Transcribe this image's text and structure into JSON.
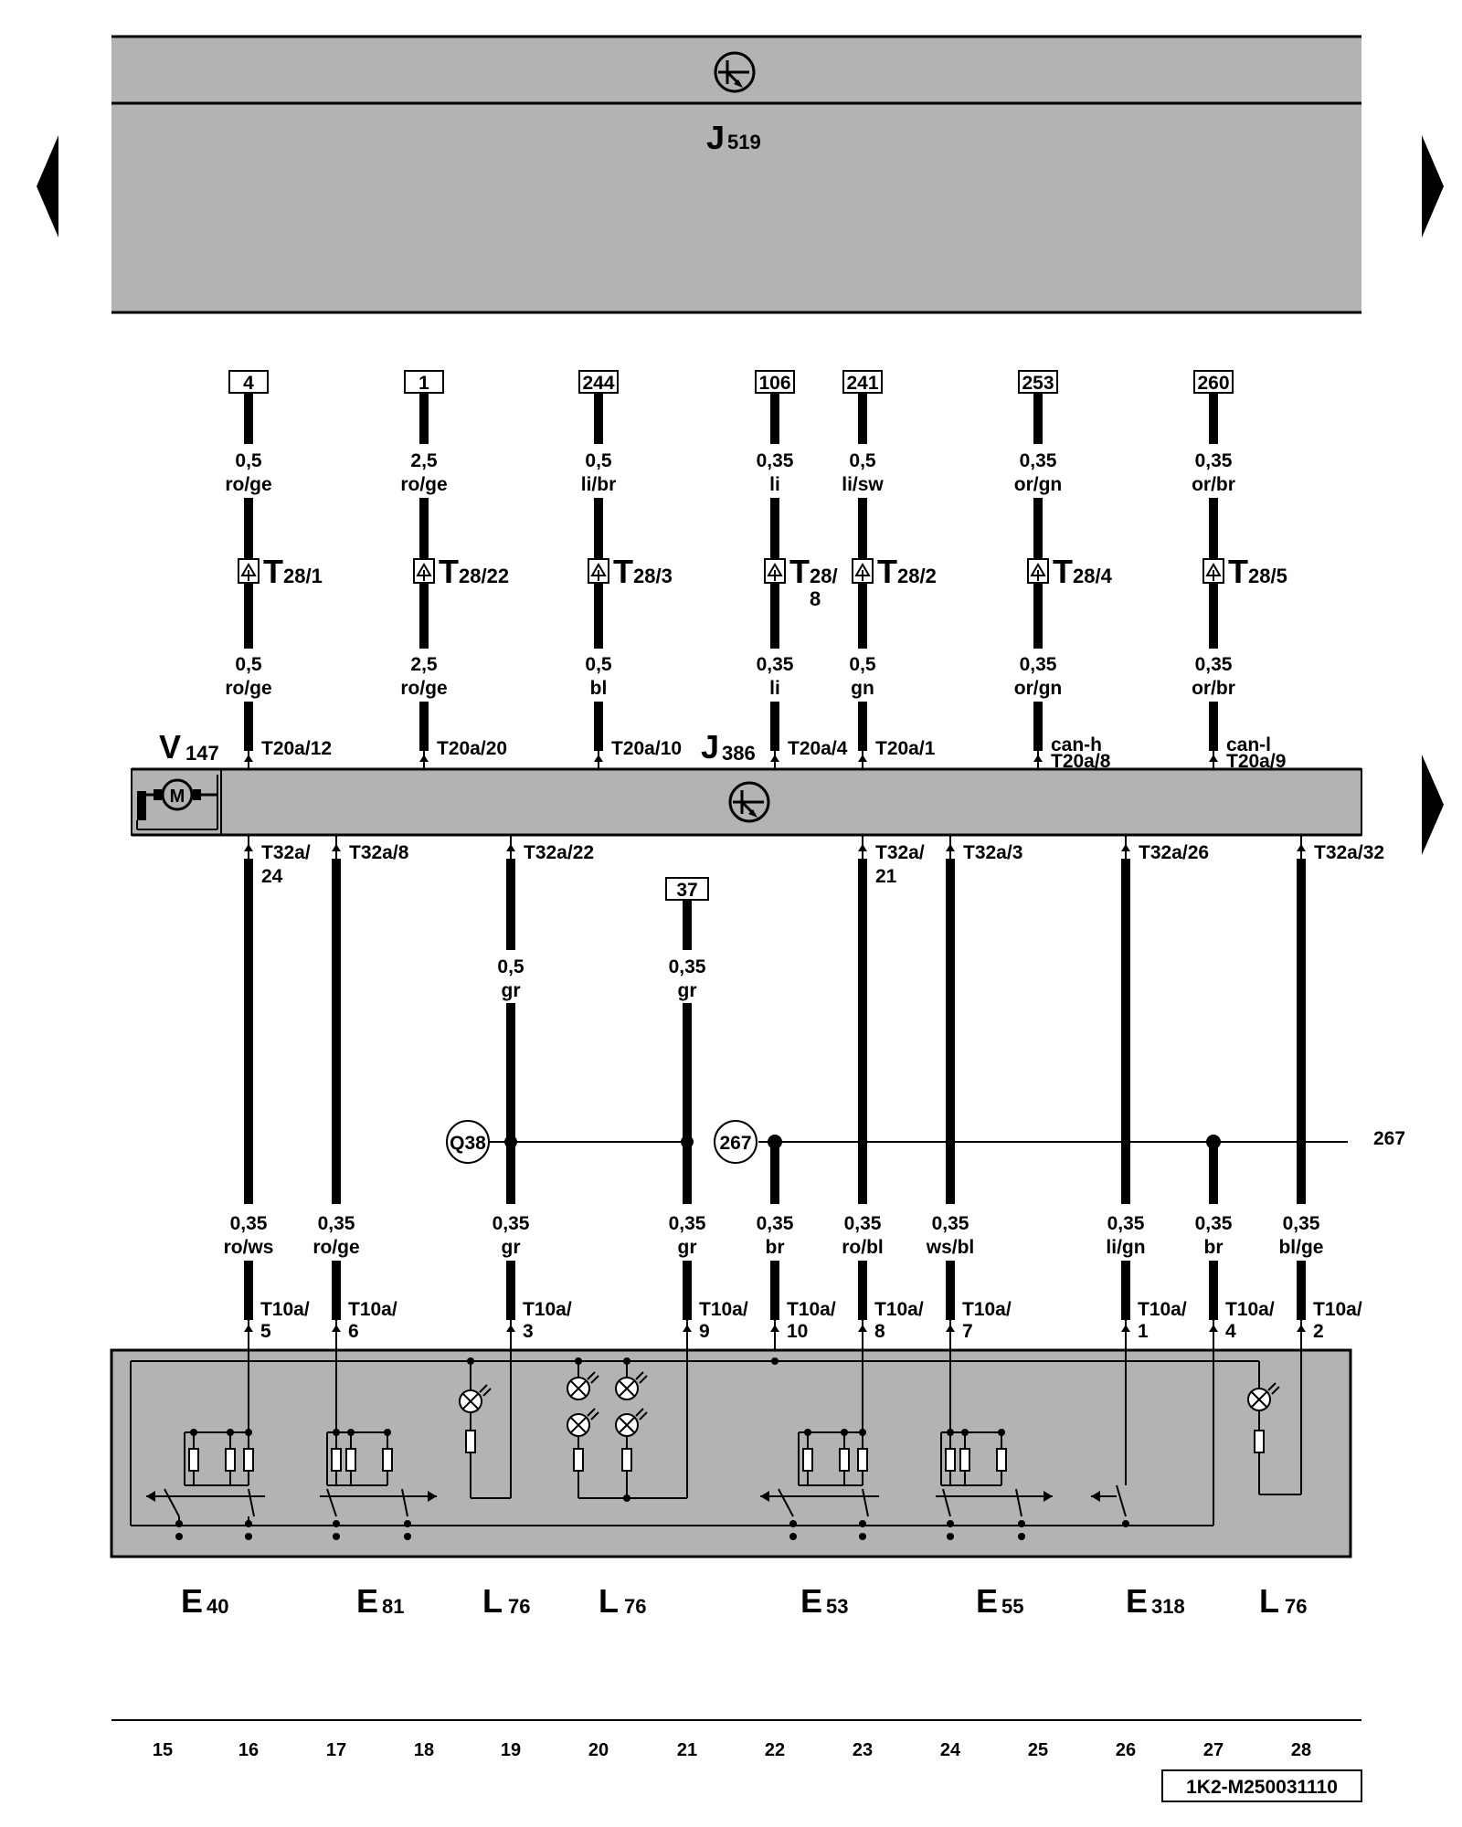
{
  "top_module": {
    "name": "J",
    "sub": "519"
  },
  "mid_module": {
    "name": "J",
    "sub": "386"
  },
  "motor": {
    "name": "V",
    "sub": "147"
  },
  "wires_top": [
    {
      "ref": "4",
      "size_a": "0,5",
      "color_a": "ro/ge",
      "conn": "T",
      "conn_sub": "28/1",
      "conn_sub2": "",
      "size_b": "0,5",
      "color_b": "ro/ge",
      "pin_pre": "",
      "pin": "T20a/12"
    },
    {
      "ref": "1",
      "size_a": "2,5",
      "color_a": "ro/ge",
      "conn": "T",
      "conn_sub": "28/22",
      "conn_sub2": "",
      "size_b": "2,5",
      "color_b": "ro/ge",
      "pin_pre": "",
      "pin": "T20a/20"
    },
    {
      "ref": "244",
      "size_a": "0,5",
      "color_a": "li/br",
      "conn": "T",
      "conn_sub": "28/3",
      "conn_sub2": "",
      "size_b": "0,5",
      "color_b": "bl",
      "pin_pre": "",
      "pin": "T20a/10"
    },
    {
      "ref": "106",
      "size_a": "0,35",
      "color_a": "li",
      "conn": "T",
      "conn_sub": "28/",
      "conn_sub2": "8",
      "size_b": "0,35",
      "color_b": "li",
      "pin_pre": "",
      "pin": "T20a/4"
    },
    {
      "ref": "241",
      "size_a": "0,5",
      "color_a": "li/sw",
      "conn": "T",
      "conn_sub": "28/2",
      "conn_sub2": "",
      "size_b": "0,5",
      "color_b": "gn",
      "pin_pre": "",
      "pin": "T20a/1"
    },
    {
      "ref": "253",
      "size_a": "0,35",
      "color_a": "or/gn",
      "conn": "T",
      "conn_sub": "28/4",
      "conn_sub2": "",
      "size_b": "0,35",
      "color_b": "or/gn",
      "pin_pre": "can-h",
      "pin": "T20a/8"
    },
    {
      "ref": "260",
      "size_a": "0,35",
      "color_a": "or/br",
      "conn": "T",
      "conn_sub": "28/5",
      "conn_sub2": "",
      "size_b": "0,35",
      "color_b": "or/br",
      "pin_pre": "can-l",
      "pin": "T20a/9"
    }
  ],
  "wires_bottom": [
    {
      "pin_top": "T32a/",
      "pin_top2": "24",
      "size_a": "",
      "color_a": "",
      "size": "0,35",
      "color": "ro/ws",
      "pin_bot": "T10a/",
      "pin_bot2": "5"
    },
    {
      "pin_top": "T32a/8",
      "pin_top2": "",
      "size_a": "",
      "color_a": "",
      "size": "0,35",
      "color": "ro/ge",
      "pin_bot": "T10a/",
      "pin_bot2": "6"
    },
    {
      "pin_top": "T32a/22",
      "pin_top2": "",
      "size_a": "0,5",
      "color_a": "gr",
      "size": "0,35",
      "color": "gr",
      "pin_bot": "T10a/",
      "pin_bot2": "3"
    },
    {
      "pin_top": "",
      "pin_top2": "",
      "ref": "37",
      "size_a": "0,35",
      "color_a": "gr",
      "size": "0,35",
      "color": "gr",
      "pin_bot": "T10a/",
      "pin_bot2": "9"
    },
    {
      "pin_top": "",
      "pin_top2": "",
      "size_a": "",
      "color_a": "",
      "size": "0,35",
      "color": "br",
      "pin_bot": "T10a/",
      "pin_bot2": "10"
    },
    {
      "pin_top": "T32a/",
      "pin_top2": "21",
      "size_a": "",
      "color_a": "",
      "size": "0,35",
      "color": "ro/bl",
      "pin_bot": "T10a/",
      "pin_bot2": "8"
    },
    {
      "pin_top": "T32a/3",
      "pin_top2": "",
      "size_a": "",
      "color_a": "",
      "size": "0,35",
      "color": "ws/bl",
      "pin_bot": "T10a/",
      "pin_bot2": "7"
    },
    {
      "pin_top": "T32a/26",
      "pin_top2": "",
      "size_a": "",
      "color_a": "",
      "size": "0,35",
      "color": "li/gn",
      "pin_bot": "T10a/",
      "pin_bot2": "1"
    },
    {
      "pin_top": "",
      "pin_top2": "",
      "size_a": "",
      "color_a": "",
      "size": "0,35",
      "color": "br",
      "pin_bot": "T10a/",
      "pin_bot2": "4"
    },
    {
      "pin_top": "T32a/32",
      "pin_top2": "",
      "size_a": "",
      "color_a": "",
      "size": "0,35",
      "color": "bl/ge",
      "pin_bot": "T10a/",
      "pin_bot2": "2"
    }
  ],
  "bus": {
    "left_ref": "Q38",
    "mid_ref": "267",
    "right_ref": "267"
  },
  "components": [
    {
      "name": "E",
      "sub": "40"
    },
    {
      "name": "E",
      "sub": "81"
    },
    {
      "name": "L",
      "sub": "76"
    },
    {
      "name": "L",
      "sub": "76"
    },
    {
      "name": "E",
      "sub": "53"
    },
    {
      "name": "E",
      "sub": "55"
    },
    {
      "name": "E",
      "sub": "318"
    },
    {
      "name": "L",
      "sub": "76"
    }
  ],
  "columns": [
    "15",
    "16",
    "17",
    "18",
    "19",
    "20",
    "21",
    "22",
    "23",
    "24",
    "25",
    "26",
    "27",
    "28"
  ],
  "diagram_id": "1K2-M250031110",
  "colors": {
    "module_fill": "#b3b3b3",
    "line": "#000000",
    "background": "#ffffff"
  }
}
